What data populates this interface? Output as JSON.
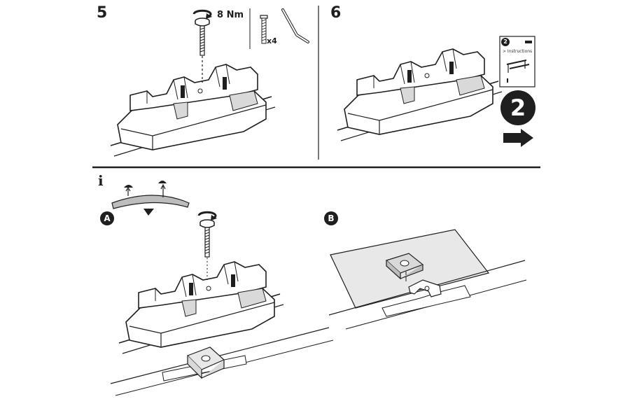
{
  "steps": {
    "step5": {
      "number": "5",
      "torque": "8 Nm",
      "quantity": "x4"
    },
    "step6": {
      "number": "6",
      "booklet_number": "2",
      "booklet_text": "> Instructions",
      "next_number": "2"
    }
  },
  "info": {
    "symbol": "i",
    "variant_a": "A",
    "variant_b": "B"
  },
  "colors": {
    "ink": "#1f1f1f",
    "fill_light": "#ffffff",
    "fill_shade": "#d9d9d9",
    "fill_roof": "#bdbdbd",
    "plate": "#e8e8e8"
  }
}
